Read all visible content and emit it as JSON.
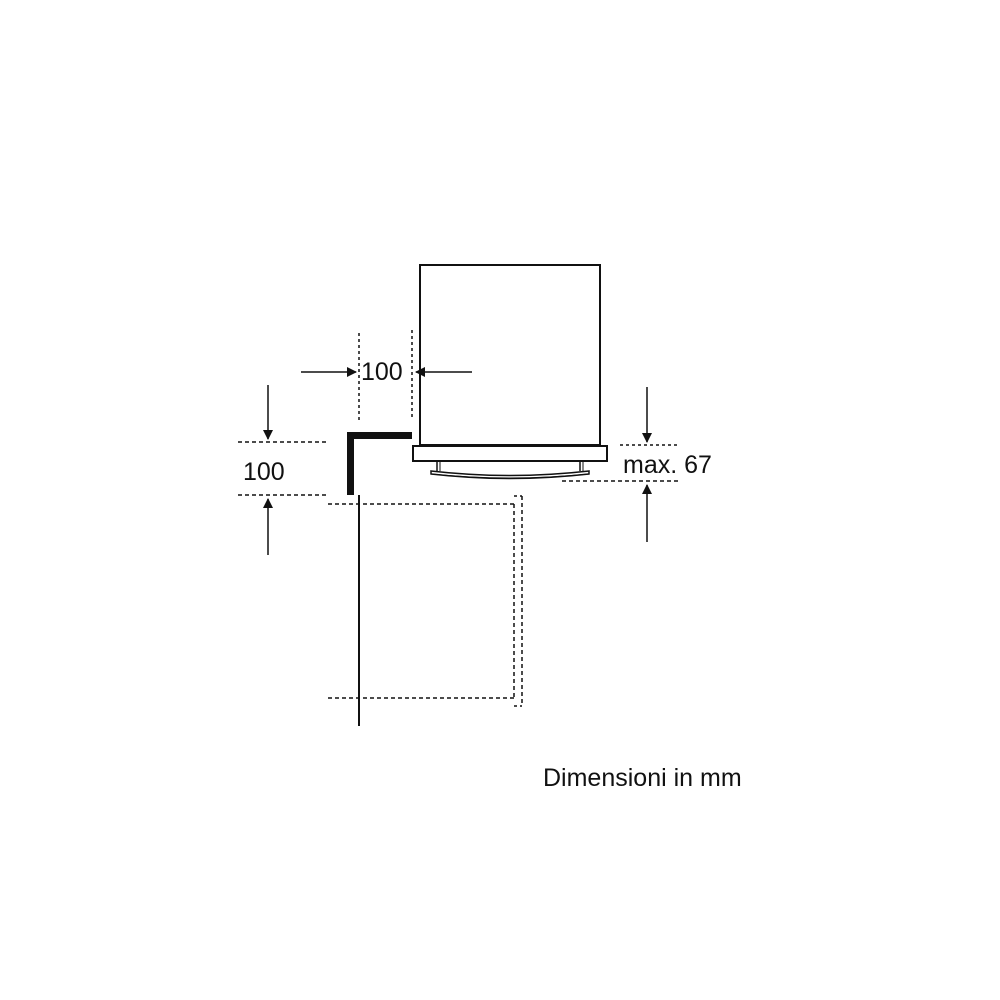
{
  "diagram": {
    "type": "technical installation drawing (side view)",
    "colors": {
      "line": "#111111",
      "background": "#ffffff"
    },
    "dimensions": {
      "horizontal_clearance": {
        "label": "100",
        "unit": "mm"
      },
      "vertical_clearance": {
        "label": "100",
        "unit": "mm"
      },
      "handle_projection": {
        "label": "max. 67",
        "unit": "mm"
      }
    },
    "caption": "Dimensioni in mm",
    "components": [
      {
        "name": "appliance-body",
        "shape": "rectangle"
      },
      {
        "name": "door-panel",
        "shape": "rectangle"
      },
      {
        "name": "door-handle",
        "shape": "curved bar"
      },
      {
        "name": "corner-bracket",
        "shape": "L-profile"
      },
      {
        "name": "cabinet-outline",
        "shape": "dashed rectangle"
      },
      {
        "name": "wall-line",
        "shape": "vertical line"
      }
    ]
  }
}
